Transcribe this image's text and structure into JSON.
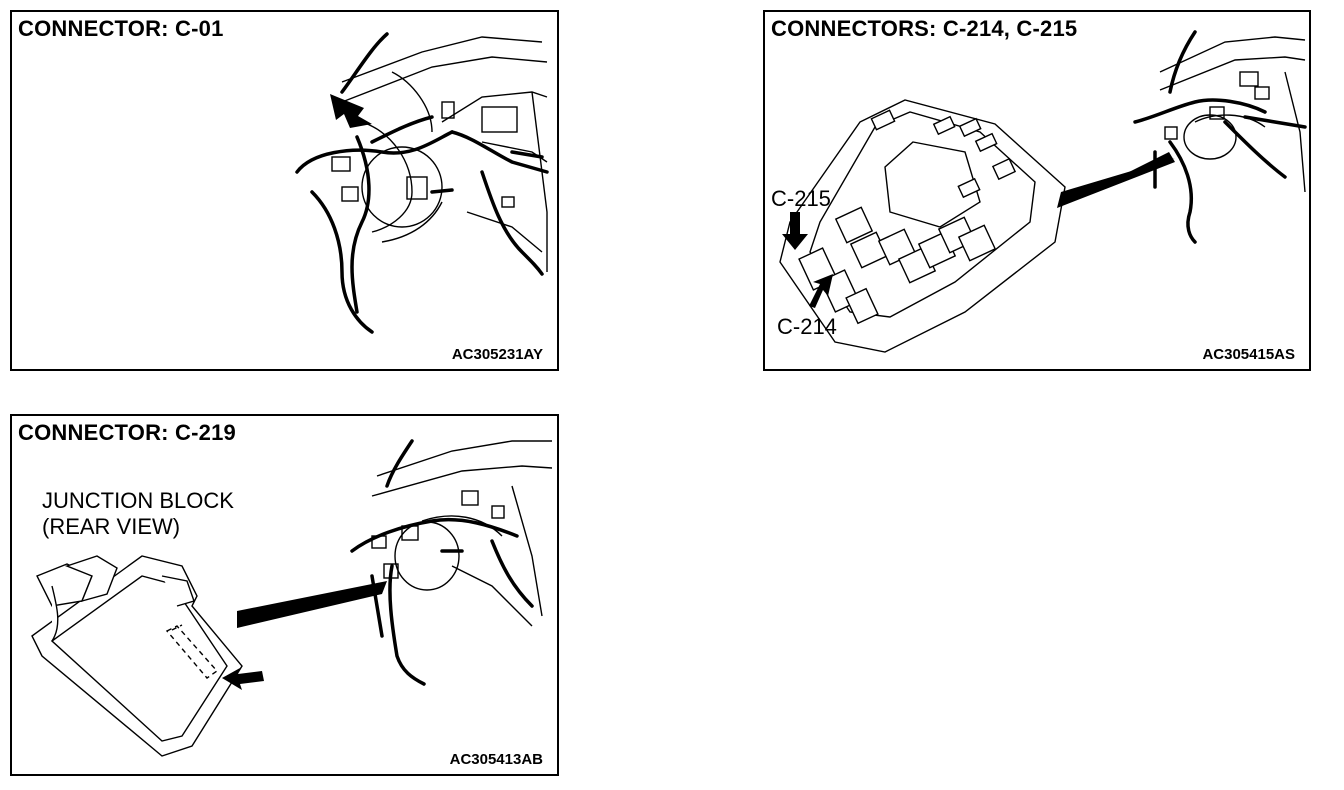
{
  "panels": [
    {
      "title": "CONNECTOR: C-01",
      "code": "AC305231AY"
    },
    {
      "title": "CONNECTORS: C-214, C-215",
      "code": "AC305415AS",
      "labels": [
        "C-215",
        "C-214"
      ]
    },
    {
      "title": "CONNECTOR: C-219",
      "code": "AC305413AB",
      "callout": {
        "line1": "JUNCTION BLOCK",
        "line2": "(REAR VIEW)"
      }
    }
  ],
  "icons": [
    "dashboard-harness-drawing",
    "junction-block-drawing",
    "pointer-arrow-icon"
  ]
}
